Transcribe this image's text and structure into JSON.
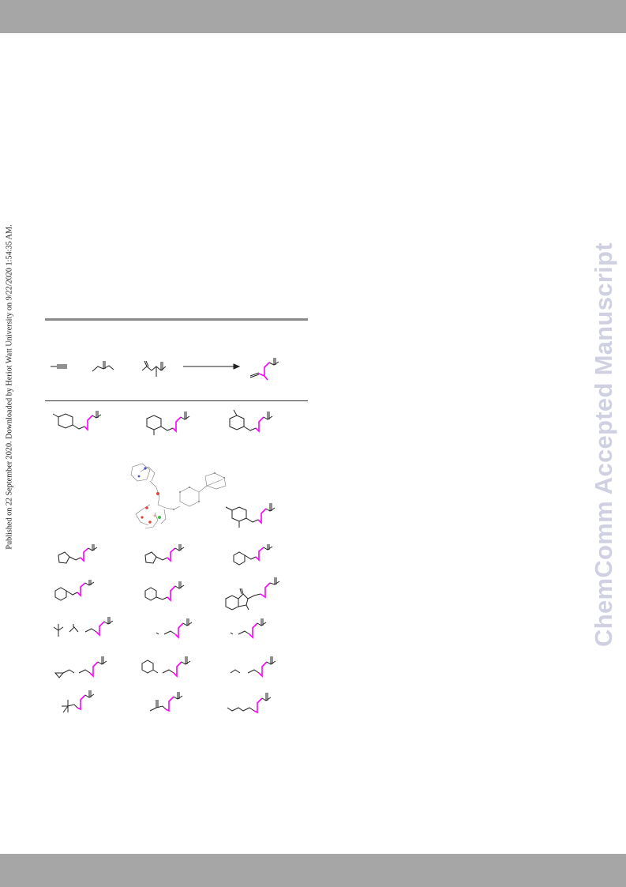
{
  "header_bar": {
    "color": "#a6a6a6"
  },
  "footer_bar": {
    "color": "#a6a6a6"
  },
  "side_note": "Published on 22 September 2020. Downloaded by Heriot Watt University on 9/22/2020 1:54:35 AM.",
  "watermark": "ChemComm Accepted Manuscript",
  "scheme": {
    "reaction_arrow": "right-arrow-icon",
    "accent_color": "#ff00ff",
    "crystal_structure": "x-ray-structure-image"
  }
}
